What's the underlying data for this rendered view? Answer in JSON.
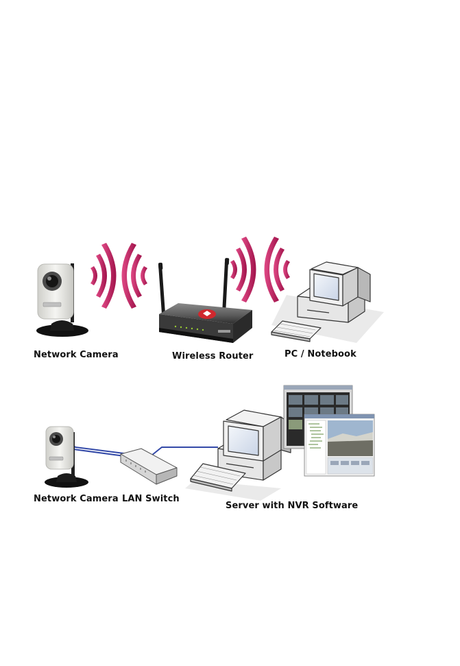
{
  "scenario_wireless": {
    "camera_label": "Network Camera",
    "router_label": "Wireless Router",
    "pc_label": "PC / Notebook"
  },
  "scenario_wired": {
    "camera_label": "Network Camera",
    "switch_label": "LAN Switch",
    "server_label": "Server with NVR Software"
  },
  "colors": {
    "wifi_wave": "#c2185b",
    "cable": "#3349a8",
    "router_body": "#5c5c5c",
    "router_logo": "#d0282e",
    "camera_body": "#e9e9e4",
    "monitor_screen": "#e4eaf4"
  },
  "icons": [
    "camera-icon",
    "wifi-signal-icon",
    "router-icon",
    "pc-icon",
    "switch-icon",
    "server-icon",
    "nvr-software-screenshot"
  ]
}
